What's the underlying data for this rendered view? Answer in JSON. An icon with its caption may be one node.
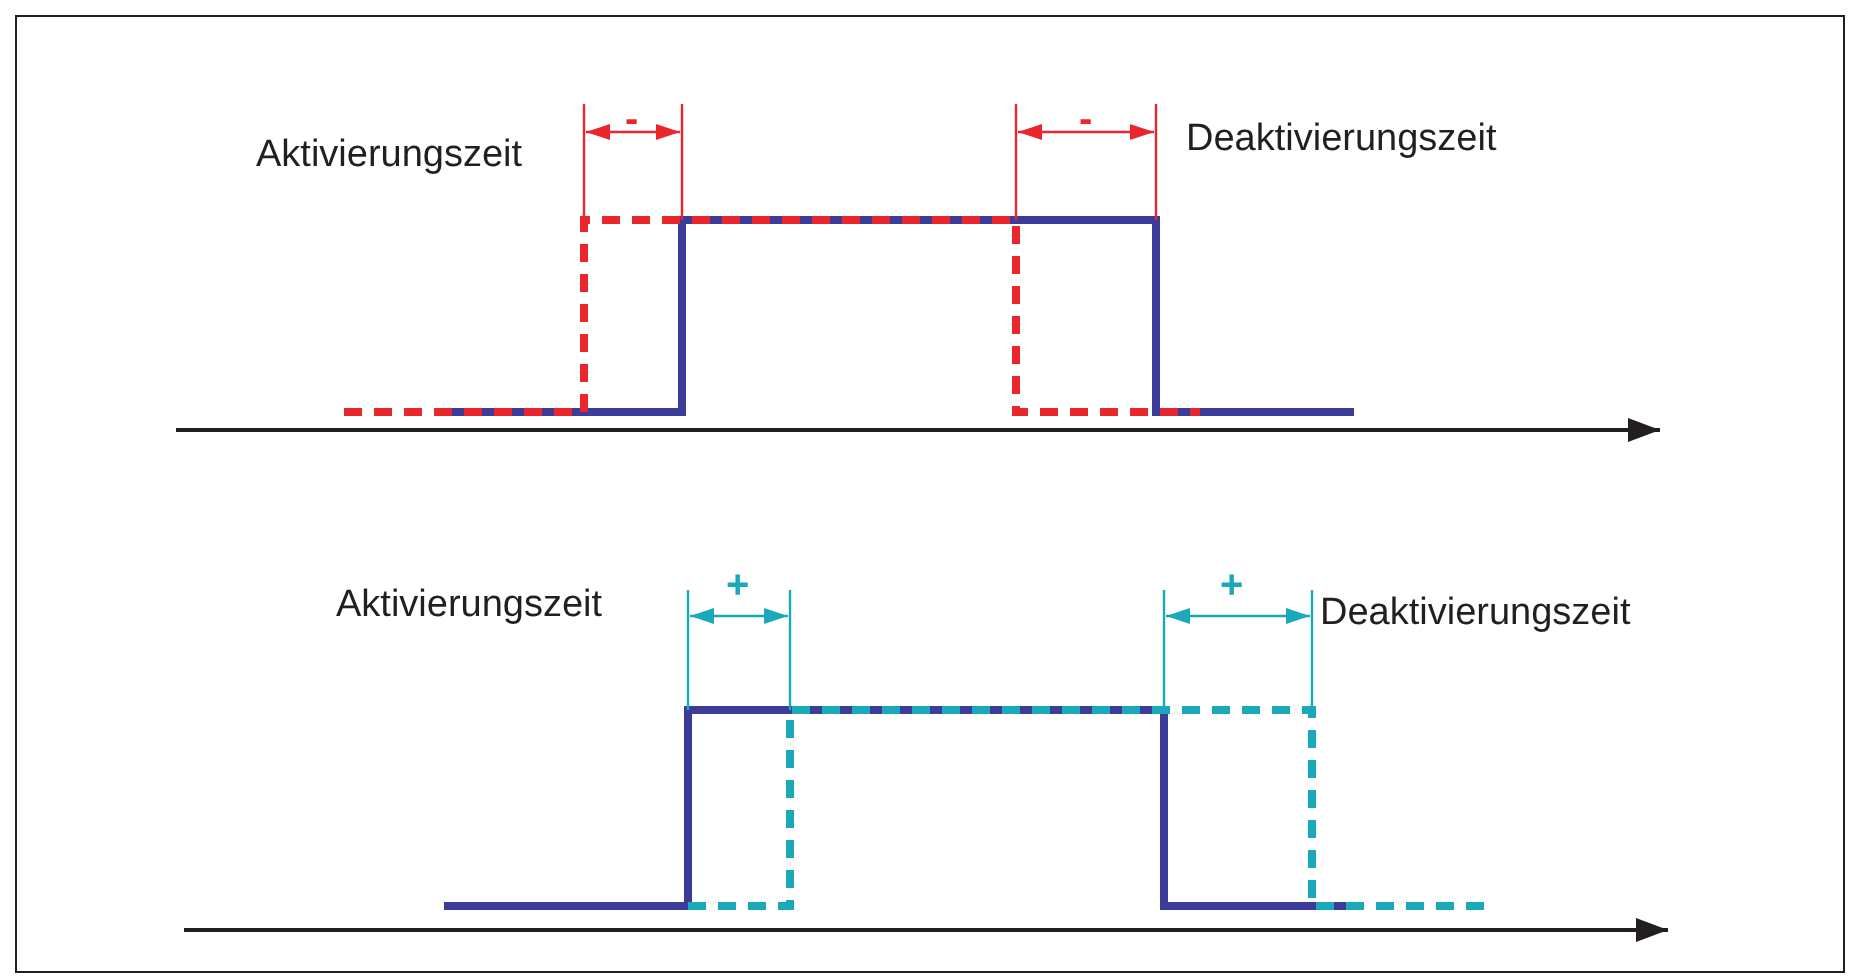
{
  "diagram": {
    "labels": [
      "-",
      "-",
      "Aktivierungszeit",
      "Deaktivierungszeit",
      "+",
      "+",
      "Aktivierungszeit",
      "Deaktivierungszeit"
    ]
  }
}
